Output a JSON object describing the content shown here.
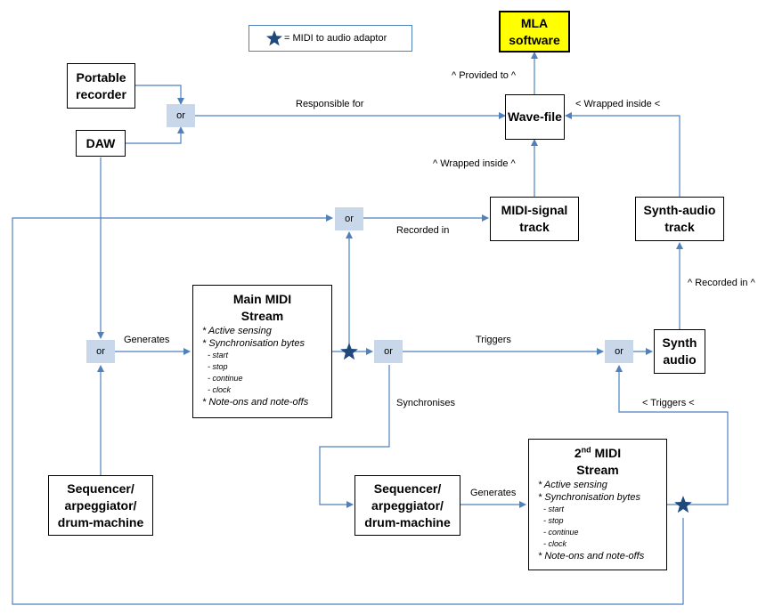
{
  "legend": {
    "text": "= MIDI to audio adaptor",
    "icon": "star-icon"
  },
  "nodes": {
    "mla_software": "MLA software",
    "portable_recorder": "Portable recorder",
    "daw": "DAW",
    "wave_file": "Wave-file",
    "midi_signal_track": "MIDI-signal track",
    "synth_audio_track": "Synth-audio track",
    "synth_audio": "Synth audio",
    "sequencer_left": "Sequencer/ arpeggiator/ drum-machine",
    "sequencer_mid": "Sequencer/ arpeggiator/ drum-machine"
  },
  "or_label": "or",
  "main_stream": {
    "title": "Main MIDI Stream",
    "items": [
      "* Active sensing",
      "* Synchronisation bytes"
    ],
    "subitems": [
      "- start",
      "- stop",
      "- continue",
      "- clock"
    ],
    "last_item": "* Note-ons and note-offs"
  },
  "second_stream": {
    "title_prefix": "2",
    "title_sup": "nd",
    "title_rest": " MIDI Stream",
    "items": [
      "* Active sensing",
      "* Synchronisation bytes"
    ],
    "subitems": [
      "- start",
      "- stop",
      "- continue",
      "- clock"
    ],
    "last_item": "* Note-ons and note-offs"
  },
  "labels": {
    "provided_to": "^ Provided to ^",
    "responsible_for": "Responsible for",
    "wrapped_inside_right": "< Wrapped inside <",
    "wrapped_inside_up": "^ Wrapped inside ^",
    "recorded_in_left": "Recorded in",
    "recorded_in_up": "^ Recorded in ^",
    "generates_left": "Generates",
    "triggers": "Triggers",
    "synchronises": "Synchronises",
    "triggers_back": "< Triggers <",
    "generates_mid": "Generates"
  },
  "colors": {
    "line": "#4f81bd",
    "or_fill": "#c8d7ea",
    "star": "#1f497d",
    "mla_fill": "#ffff00"
  }
}
